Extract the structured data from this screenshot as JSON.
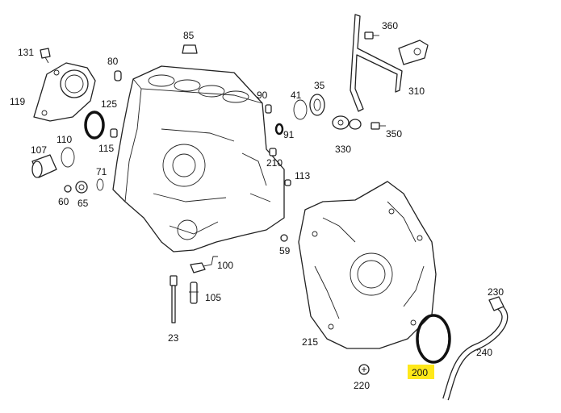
{
  "labels": {
    "p131": "131",
    "p119": "119",
    "p125": "125",
    "p80": "80",
    "p85": "85",
    "p90": "90",
    "p41": "41",
    "p35": "35",
    "p91": "91",
    "p360": "360",
    "p310": "310",
    "p350": "350",
    "p330": "330",
    "p110": "110",
    "p107": "107",
    "p115": "115",
    "p71": "71",
    "p60": "60",
    "p65": "65",
    "p210": "210",
    "p113": "113",
    "p59": "59",
    "p100": "100",
    "p105": "105",
    "p23": "23",
    "p215": "215",
    "p230": "230",
    "p240": "240",
    "p200": "200",
    "p220": "220"
  },
  "highlight": {
    "part": "200",
    "color": "#ffe81a"
  }
}
